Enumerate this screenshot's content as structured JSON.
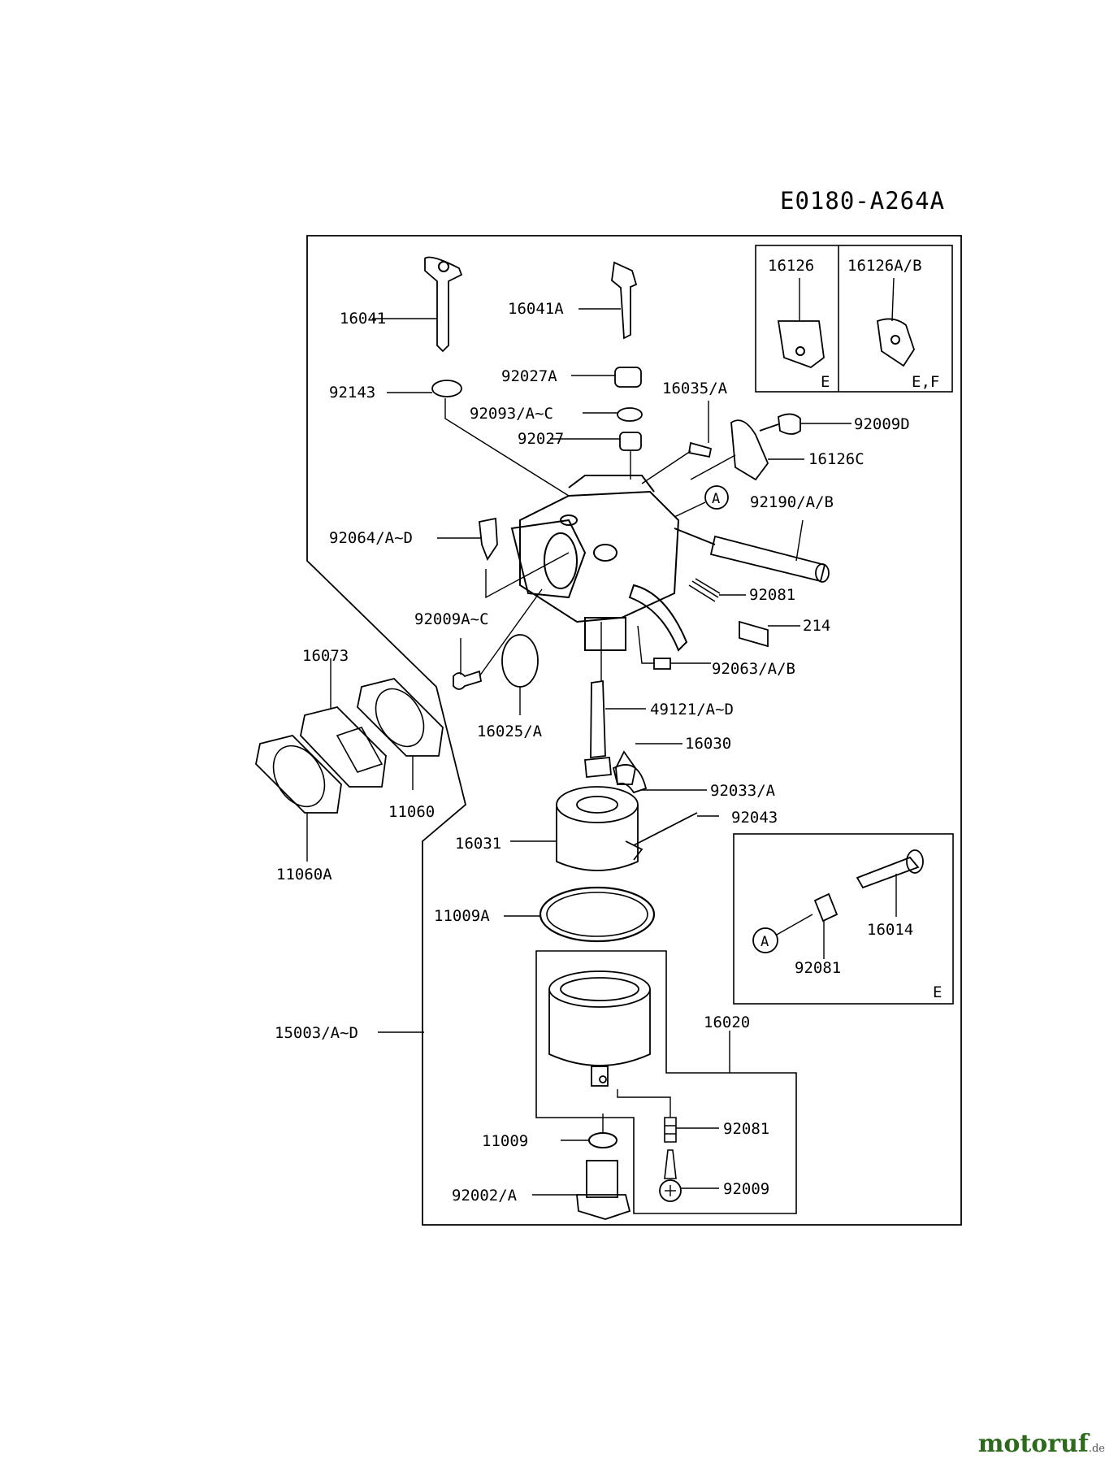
{
  "diagram": {
    "code": "E0180-A264A",
    "callouts": {
      "p16041": "16041",
      "p16041A": "16041A",
      "p92143": "92143",
      "p92027A": "92027A",
      "p92093": "92093/A~C",
      "p92027": "92027",
      "p16035": "16035/A",
      "p92009D": "92009D",
      "p16126C": "16126C",
      "p92190": "92190/A/B",
      "p92064": "92064/A~D",
      "p92081a": "92081",
      "p214": "214",
      "p92009AC": "92009A~C",
      "p92063": "92063/A/B",
      "p16073": "16073",
      "p49121": "49121/A~D",
      "p16025": "16025/A",
      "p16030": "16030",
      "p11060": "11060",
      "p92033": "92033/A",
      "p92043": "92043",
      "p16031": "16031",
      "p11060A": "11060A",
      "p11009A": "11009A",
      "p15003": "15003/A~D",
      "p16020": "16020",
      "p11009": "11009",
      "p92081b": "92081",
      "p92002": "92002/A",
      "p92009": "92009"
    },
    "inset_top": {
      "left_part": "16126",
      "right_part": "16126A/B",
      "left_variant": "E",
      "right_variant": "E,F"
    },
    "inset_right": {
      "part_a": "16014",
      "part_b": "92081",
      "ref_circle": "A",
      "variant": "E"
    },
    "ref_circle_main": "A"
  },
  "brand": {
    "name": "motoruf",
    "tld": ".de",
    "color": "#2e6a1e"
  }
}
